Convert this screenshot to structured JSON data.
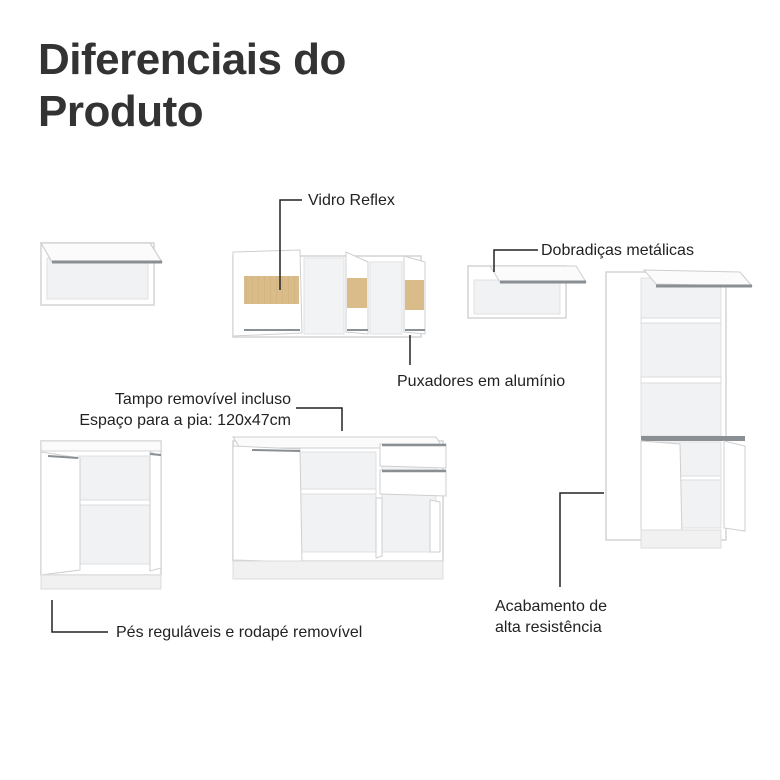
{
  "title": {
    "line1": "Diferenciais do",
    "line2": "Produto"
  },
  "labels": {
    "vidro": "Vidro Reflex",
    "dobradicas": "Dobradiças metálicas",
    "puxadores": "Puxadores em alumínio",
    "tampo_line1": "Tampo removível incluso",
    "tampo_line2": "Espaço para a pia: 120x47cm",
    "acabamento_line1": "Acabamento de",
    "acabamento_line2": "alta resistência",
    "pes": "Pés reguláveis e rodapé removível"
  },
  "colors": {
    "cabinet": "#ffffff",
    "edge": "#d4d4d4",
    "handle": "#8a8f94",
    "wood": "#d9bc8a",
    "shadow": "#e9eaeb",
    "line": "#222222"
  }
}
